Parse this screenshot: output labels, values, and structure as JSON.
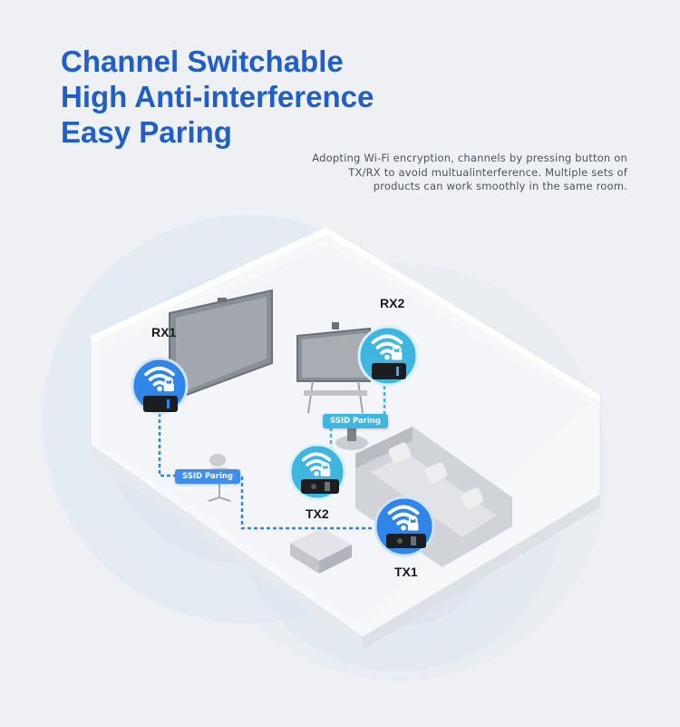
{
  "headline": {
    "line1": "Channel Switchable",
    "line2": "High Anti-interference",
    "line3": "Easy Paring"
  },
  "description": "Adopting Wi-Fi encryption, channels by pressing button on TX/RX to avoid multualinterference. Multiple sets of products can work smoothly in the same room.",
  "devices": {
    "rx1": "RX1",
    "rx2": "RX2",
    "tx1": "TX1",
    "tx2": "TX2"
  },
  "pairing": {
    "left": "SSID Paring",
    "right": "SSID Paring"
  },
  "colors": {
    "headline": "#1f5fc7",
    "rx1_badge": "#2f86e8",
    "rx2_badge": "#3fb6df",
    "tx1_badge": "#2f86e8",
    "tx2_badge": "#3fb6df",
    "link": "#2f86e8"
  },
  "icons": [
    "wifi-icon",
    "lock-icon",
    "dongle-icon"
  ]
}
